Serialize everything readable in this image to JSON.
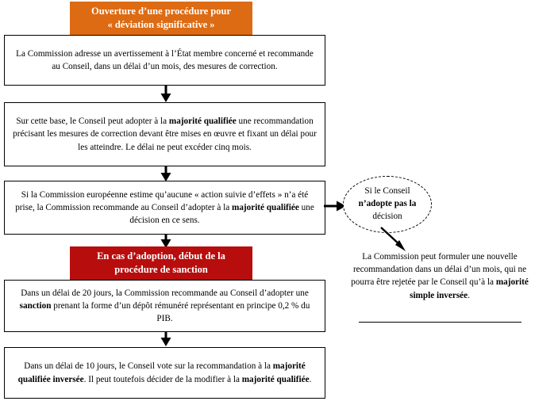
{
  "diagram": {
    "title": "Ouverture d'une procédure pour « déviation significative »",
    "colors": {
      "banner_orange": "#DD6B13",
      "banner_red": "#B80D0D",
      "stroke": "#000000",
      "background": "#FFFFFF"
    },
    "banners": [
      {
        "id": "banner-opening",
        "line1": "Ouverture d’une procédure pour",
        "line2": "« déviation significative »",
        "color": "#DD6B13"
      },
      {
        "id": "banner-sanction",
        "line1": "En cas d’adoption, début de la",
        "line2": "procédure de sanction",
        "color": "#B80D0D"
      }
    ],
    "steps": [
      {
        "id": "step-1-warning",
        "parts": [
          {
            "text": "La Commission adresse un avertissement à l’État membre concerné et recommande au Conseil, dans un délai d’un mois, des mesures de correction.",
            "bold": false
          }
        ]
      },
      {
        "id": "step-2-recommendation",
        "parts": [
          {
            "text": "Sur cette base, le Conseil peut adopter à la ",
            "bold": false
          },
          {
            "text": "majorité qualifiée",
            "bold": true
          },
          {
            "text": " une recommandation précisant les mesures de correction devant être mises en œuvre et fixant un délai pour les atteindre. Le délai ne peut excéder cinq mois.",
            "bold": false
          }
        ]
      },
      {
        "id": "step-3-no-effective-action",
        "parts": [
          {
            "text": "Si la Commission européenne estime qu’aucune « action suivie d’effets » n’a été prise, la Commission recommande au Conseil d’adopter à la ",
            "bold": false
          },
          {
            "text": "majorité qualifiée",
            "bold": true
          },
          {
            "text": " une décision en ce sens.",
            "bold": false
          }
        ]
      },
      {
        "id": "step-4-deposit",
        "parts": [
          {
            "text": "Dans un délai de 20 jours, la Commission recommande au Conseil d’adopter une ",
            "bold": false
          },
          {
            "text": "sanction",
            "bold": true
          },
          {
            "text": " prenant la forme d’un dépôt rémunéré représentant en principe 0,2 % du PIB.",
            "bold": false
          }
        ]
      },
      {
        "id": "step-5-council-vote",
        "parts": [
          {
            "text": "Dans un délai de 10 jours, le Conseil vote sur la recommandation à la ",
            "bold": false
          },
          {
            "text": "majorité qualifiée inversée",
            "bold": true
          },
          {
            "text": ". Il peut toutefois décider de la modifier à la ",
            "bold": false
          },
          {
            "text": "majorité qualifiée",
            "bold": true
          },
          {
            "text": ".",
            "bold": false
          }
        ]
      }
    ],
    "branch": {
      "id": "branch-council-does-not-adopt",
      "parts": [
        {
          "text": "Si le Conseil ",
          "bold": false
        },
        {
          "text": "n’adopte pas la",
          "bold": true
        },
        {
          "text": " décision",
          "bold": false
        }
      ]
    },
    "note": {
      "id": "note-new-recommendation",
      "parts": [
        {
          "text": "La Commission peut formuler une nouvelle recommandation dans un délai d’un mois, qui ne pourra être rejetée par le Conseil qu’à la ",
          "bold": false
        },
        {
          "text": "majorité simple inversée",
          "bold": true
        },
        {
          "text": ".",
          "bold": false
        }
      ]
    },
    "connectors": [
      {
        "id": "arrow-step1-to-step2",
        "direction": "down"
      },
      {
        "id": "arrow-step2-to-step3",
        "direction": "down"
      },
      {
        "id": "arrow-step3-to-branch",
        "direction": "right"
      },
      {
        "id": "arrow-step3-to-sanction",
        "direction": "down"
      },
      {
        "id": "arrow-step4-to-step5",
        "direction": "down"
      },
      {
        "id": "arrow-branch-to-note",
        "direction": "down-right"
      }
    ]
  }
}
